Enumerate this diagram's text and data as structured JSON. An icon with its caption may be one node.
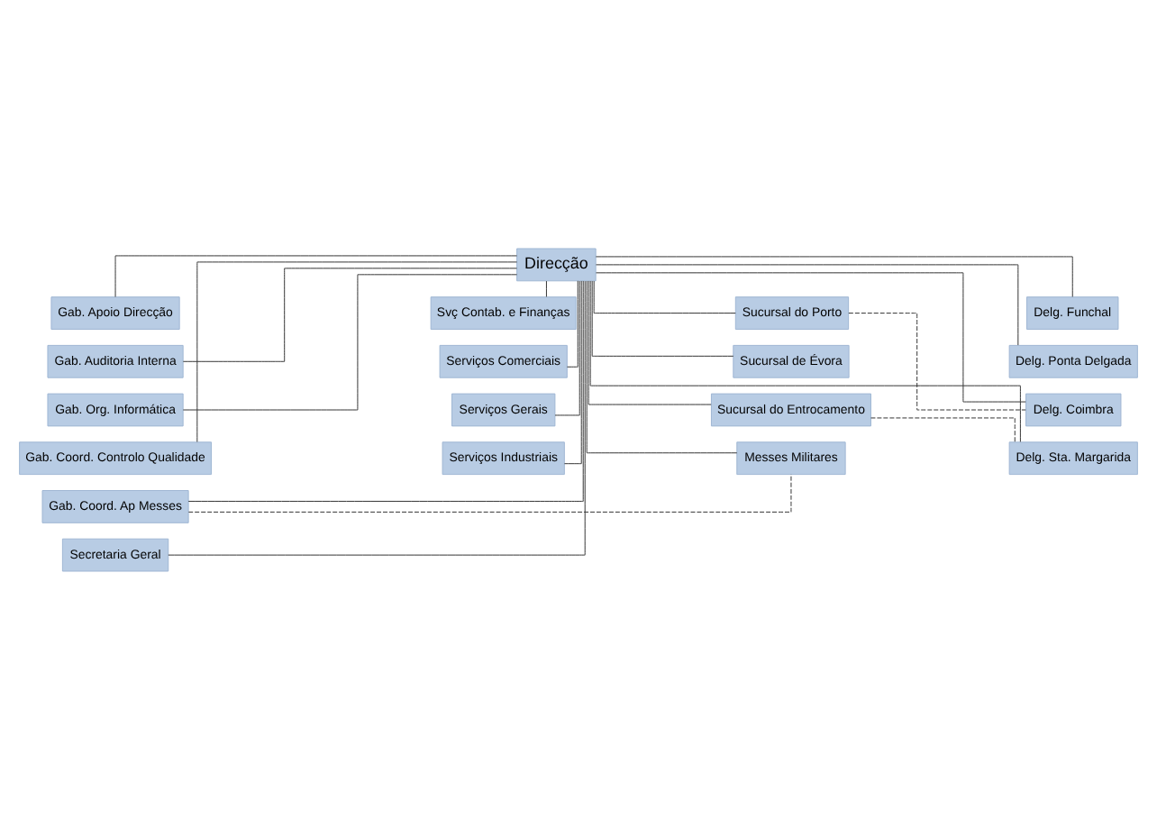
{
  "diagram": {
    "nodes": [
      {
        "text": [
          "Direcção"
        ]
      },
      {
        "text": [
          "Gab. Apoio Direcção"
        ]
      },
      {
        "text": [
          "Gab. Auditoria Interna"
        ]
      },
      {
        "text": [
          "Gab. Org. Informática"
        ]
      },
      {
        "text": [
          "Gab. Coord. Controlo Qualidade"
        ]
      },
      {
        "text": [
          "Gab. Coord. Ap Messes"
        ]
      },
      {
        "text": [
          "Secretaria Geral"
        ]
      },
      {
        "text": [
          "Svç Contab. e Finanças"
        ]
      },
      {
        "text": [
          "Serviços Comerciais"
        ]
      },
      {
        "text": [
          "Serviços Gerais"
        ]
      },
      {
        "text": [
          "Serviços Industriais"
        ]
      },
      {
        "text": [
          "Sucursal do Porto"
        ]
      },
      {
        "text": [
          "Sucursal de Évora"
        ]
      },
      {
        "text": [
          "Sucursal do Entrocamento"
        ]
      },
      {
        "text": [
          "Messes Militares"
        ]
      },
      {
        "text": [
          "Delg. Funchal"
        ]
      },
      {
        "text": [
          "Delg. Ponta Delgada"
        ]
      },
      {
        "text": [
          "Delg. Coimbra"
        ]
      },
      {
        "text": [
          "Delg. Sta. Margarida"
        ]
      }
    ],
    "edges": [
      {
        "from": 0,
        "to": 1,
        "arrow": "none"
      },
      {
        "from": 0,
        "to": 2,
        "arrow": "none"
      },
      {
        "from": 0,
        "to": 3,
        "arrow": "none"
      },
      {
        "from": 0,
        "to": 4,
        "arrow": "none"
      },
      {
        "from": 0,
        "to": 5,
        "arrow": "none"
      },
      {
        "from": 0,
        "to": 6,
        "arrow": "none"
      },
      {
        "from": 0,
        "to": 7,
        "arrow": "none"
      },
      {
        "from": 0,
        "to": 8,
        "arrow": "none"
      },
      {
        "from": 0,
        "to": 9,
        "arrow": "none"
      },
      {
        "from": 0,
        "to": 10,
        "arrow": "none"
      },
      {
        "from": 0,
        "to": 11,
        "arrow": "none"
      },
      {
        "from": 0,
        "to": 12,
        "arrow": "none"
      },
      {
        "from": 0,
        "to": 13,
        "arrow": "none"
      },
      {
        "from": 0,
        "to": 14,
        "arrow": "none"
      },
      {
        "from": 0,
        "to": 15,
        "arrow": "none"
      },
      {
        "from": 0,
        "to": 16,
        "arrow": "none"
      },
      {
        "from": 0,
        "to": 17,
        "arrow": "none"
      },
      {
        "from": 0,
        "to": 18,
        "arrow": "none"
      },
      {
        "from": 5,
        "to": 14,
        "arrow": "none",
        "style": "dashed"
      },
      {
        "from": 11,
        "to": 17,
        "arrow": "none",
        "style": "dashed"
      },
      {
        "from": 13,
        "to": 18,
        "arrow": "none",
        "style": "dashed"
      }
    ]
  }
}
